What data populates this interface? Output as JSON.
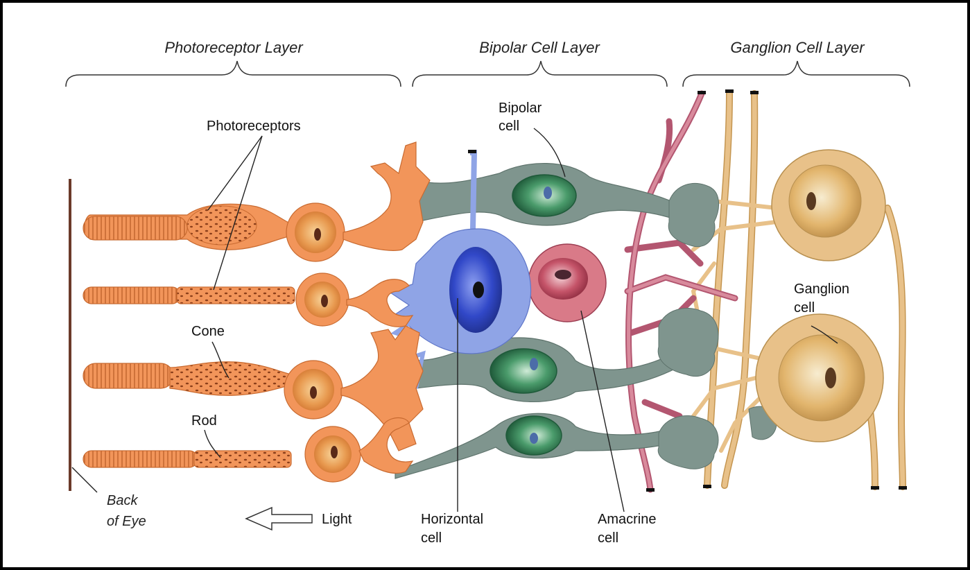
{
  "layers": {
    "photoreceptor": "Photoreceptor Layer",
    "bipolar": "Bipolar Cell Layer",
    "ganglion": "Ganglion Cell Layer"
  },
  "labels": {
    "photoreceptors": "Photoreceptors",
    "cone": "Cone",
    "rod": "Rod",
    "back_line1": "Back",
    "back_line2": "of Eye",
    "light": "Light",
    "bipolar_line1": "Bipolar",
    "bipolar_line2": "cell",
    "horizontal_line1": "Horizontal",
    "horizontal_line2": "cell",
    "amacrine_line1": "Amacrine",
    "amacrine_line2": "cell",
    "ganglion_line1": "Ganglion",
    "ganglion_line2": "cell"
  },
  "colors": {
    "photoreceptor": "#F2955A",
    "photoreceptor_stroke": "#C86A30",
    "horizontal": "#8FA4E6",
    "horizontal_nucleus": "#2F47B8",
    "bipolar": "#7F958E",
    "bipolar_nucleus": "#2E8052",
    "amacrine": "#C06B7E",
    "amacrine_body": "#D97A88",
    "ganglion": "#E8C189",
    "ganglion_stroke": "#B89050",
    "back_of_eye": "#6B3A2A"
  }
}
